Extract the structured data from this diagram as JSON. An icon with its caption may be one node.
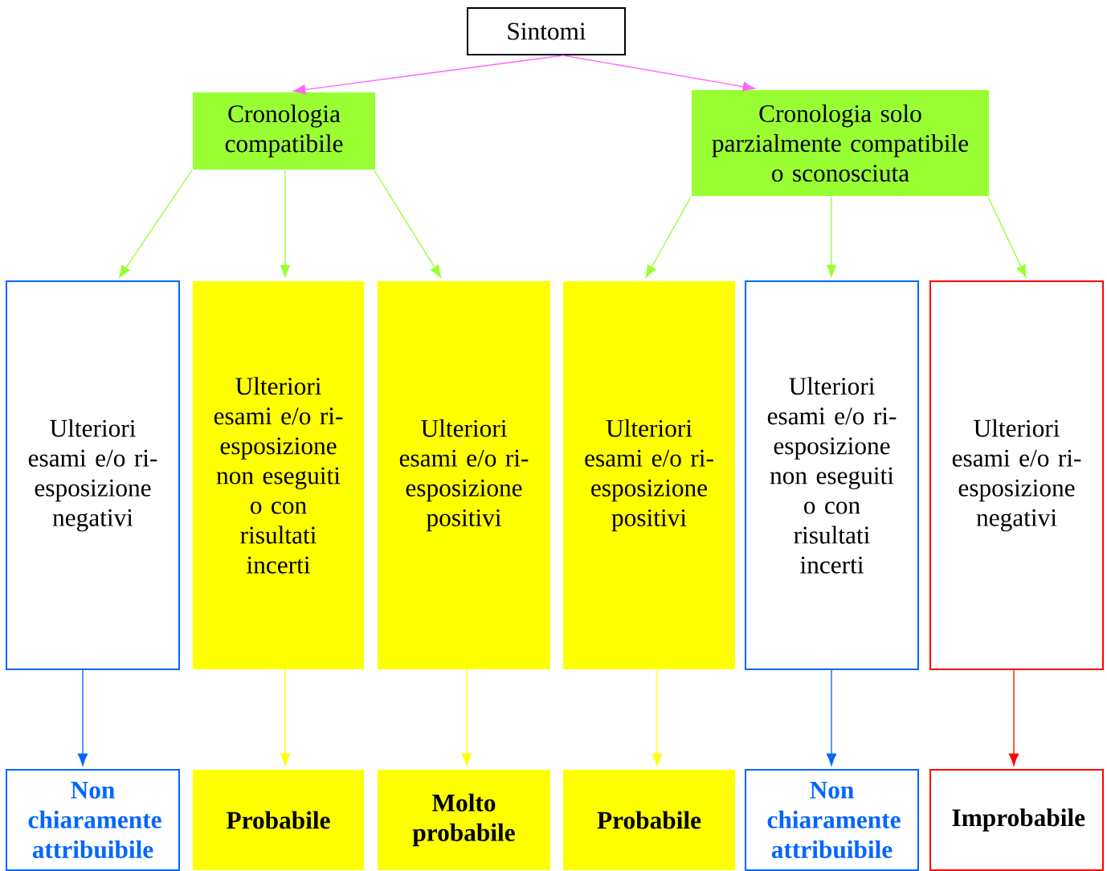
{
  "diagram": {
    "nodes": [
      {
        "text": [
          "Sintomi"
        ]
      },
      {
        "text": [
          "Cronologia compatibile"
        ]
      },
      {
        "text": [
          "Cronologia solo parzialmente compatibile o sconosciuta"
        ]
      },
      {
        "text": [
          "Ulteriori esami e/o ri-esposizione negativi"
        ]
      },
      {
        "text": [
          "Ulteriori esami e/o ri-esposizione non eseguiti o con risultati incerti"
        ]
      },
      {
        "text": [
          "Ulteriori esami e/o ri-esposizione positivi"
        ]
      },
      {
        "text": [
          "Ulteriori esami e/o ri-esposizione positivi"
        ]
      },
      {
        "text": [
          "Ulteriori esami e/o ri-esposizione non eseguiti o con risultati incerti"
        ]
      },
      {
        "text": [
          "Ulteriori esami e/o ri-esposizione negativi"
        ]
      },
      {
        "text": [
          "Non chiaramente attribuibile"
        ]
      },
      {
        "text": [
          "Probabile"
        ]
      },
      {
        "text": [
          "Molto probabile"
        ]
      },
      {
        "text": [
          "Probabile"
        ]
      },
      {
        "text": [
          "Non chiaramente attribuibile"
        ]
      },
      {
        "text": [
          "Improbabile"
        ]
      }
    ],
    "edges": [
      {
        "from": 0,
        "to": 1,
        "arrow": "to",
        "color": "#ff66ff"
      },
      {
        "from": 0,
        "to": 2,
        "arrow": "to",
        "color": "#ff66ff"
      },
      {
        "from": 1,
        "to": 3,
        "arrow": "to"
      },
      {
        "from": 1,
        "to": 4,
        "arrow": "to"
      },
      {
        "from": 1,
        "to": 5,
        "arrow": "to"
      },
      {
        "from": 2,
        "to": 6,
        "arrow": "to"
      },
      {
        "from": 2,
        "to": 7,
        "arrow": "to"
      },
      {
        "from": 2,
        "to": 8,
        "arrow": "to"
      },
      {
        "from": 3,
        "to": 9,
        "arrow": "to",
        "color": "#0066ff"
      },
      {
        "from": 4,
        "to": 10,
        "arrow": "to",
        "color": "#ffff00"
      },
      {
        "from": 5,
        "to": 11,
        "arrow": "to",
        "color": "#ffff00"
      },
      {
        "from": 6,
        "to": 12,
        "arrow": "to",
        "color": "#ffff00"
      },
      {
        "from": 7,
        "to": 13,
        "arrow": "to",
        "color": "#0066ff"
      },
      {
        "from": 8,
        "to": 14,
        "arrow": "to",
        "color": "#ff0000"
      }
    ]
  }
}
